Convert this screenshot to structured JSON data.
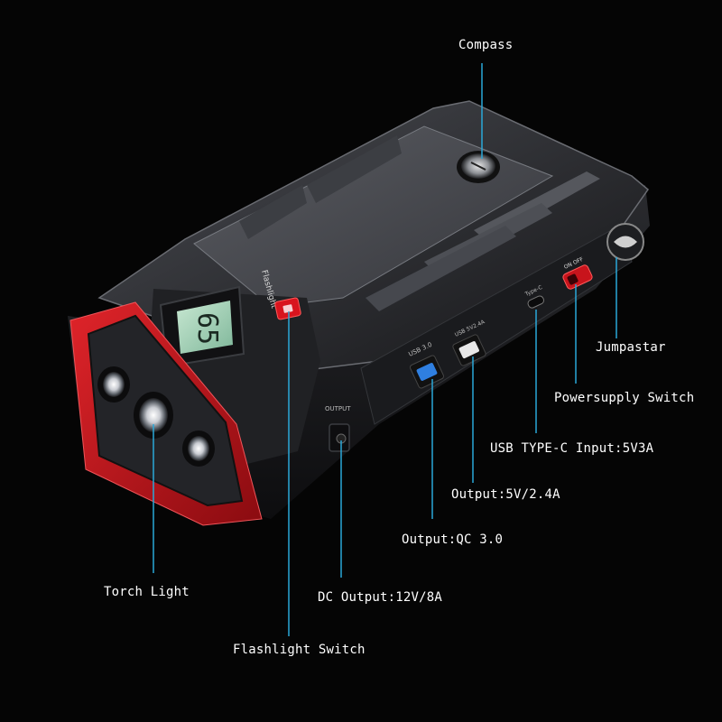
{
  "labels": {
    "compass": "Compass",
    "jumpastar": "Jumpastar",
    "power_switch": "Powersupply Switch",
    "usb_c": "USB TYPE-C Input:5V3A",
    "output_5v": "Output:5V/2.4A",
    "output_qc": "Output:QC 3.0",
    "torch": "Torch Light",
    "dc_output": "DC Output:12V/8A",
    "flash_switch": "Flashlight Switch"
  },
  "device": {
    "lcd_value": "65",
    "flashlight_text": "Flashlight",
    "output_text": "OUTPUT",
    "usb30_text": "USB 3.0",
    "usb24_text": "USB 5V2.4A",
    "typec_text": "Type-C",
    "onoff_text": "ON OFF"
  },
  "colors": {
    "accent_line": "#2aa8d8",
    "red": "#c8141c",
    "qc_blue": "#2f7fe0"
  }
}
